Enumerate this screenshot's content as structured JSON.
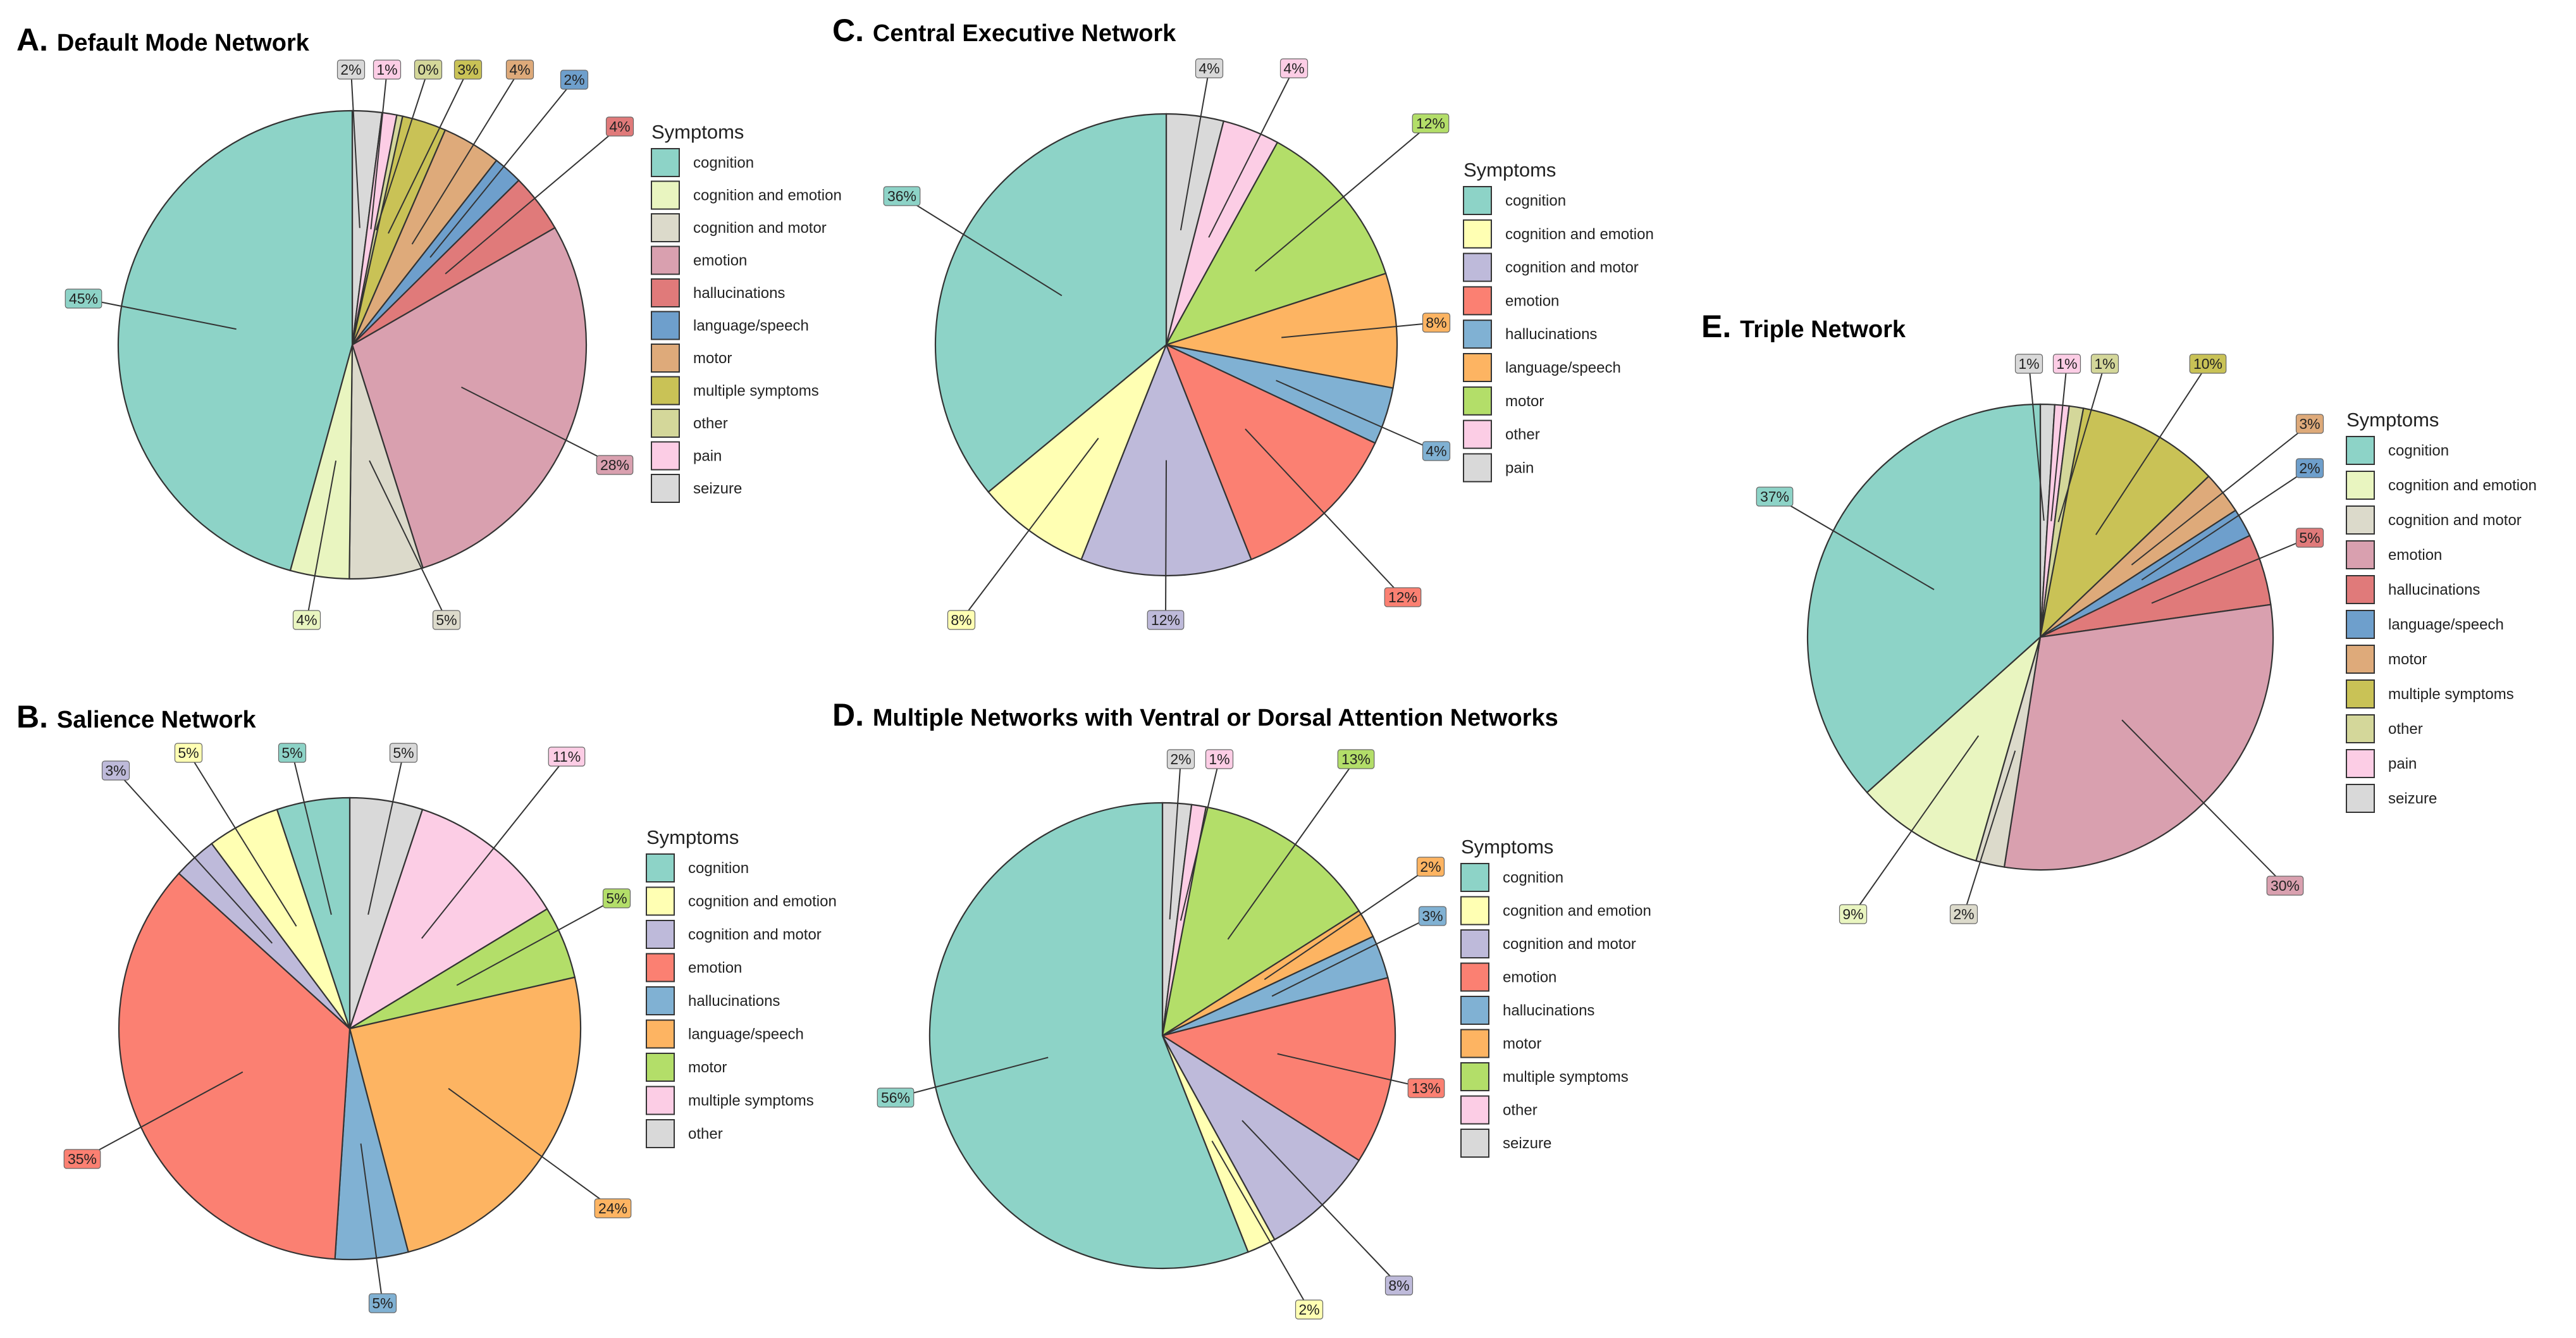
{
  "chart_data": [
    {
      "id": "A",
      "type": "pie",
      "letter": "A.",
      "title": "Default Mode Network",
      "legend_title": "Symptoms",
      "legend": [
        "cognition",
        "cognition and emotion",
        "cognition and motor",
        "emotion",
        "hallucinations",
        "language/speech",
        "motor",
        "multiple symptoms",
        "other",
        "pain",
        "seizure"
      ],
      "slices": [
        {
          "name": "seizure",
          "value": 2,
          "label": "2%",
          "color": "#D9D9D9",
          "lbl_color": "#D9D9D9"
        },
        {
          "name": "pain",
          "value": 1,
          "label": "1%",
          "color": "#FCCDE5",
          "lbl_color": "#FCCDE5"
        },
        {
          "name": "other",
          "value": 0.4,
          "label": "0%",
          "color": "#D4D79A",
          "lbl_color": "#D4D79A"
        },
        {
          "name": "multiple symptoms",
          "value": 3,
          "label": "3%",
          "color": "#C9C256",
          "lbl_color": "#C9C256"
        },
        {
          "name": "motor",
          "value": 4,
          "label": "4%",
          "color": "#DEAA7A",
          "lbl_color": "#DEAA7A"
        },
        {
          "name": "language/speech",
          "value": 2,
          "label": "2%",
          "color": "#6E9FCC",
          "lbl_color": "#6E9FCC"
        },
        {
          "name": "hallucinations",
          "value": 4,
          "label": "4%",
          "color": "#E07A7A",
          "lbl_color": "#E07A7A"
        },
        {
          "name": "emotion",
          "value": 28,
          "label": "28%",
          "color": "#D9A0AF",
          "lbl_color": "#D9A0AF"
        },
        {
          "name": "cognition and motor",
          "value": 5,
          "label": "5%",
          "color": "#DCDACB",
          "lbl_color": "#DCDACB"
        },
        {
          "name": "cognition and emotion",
          "value": 4,
          "label": "4%",
          "color": "#E9F5C0",
          "lbl_color": "#E9F5C0"
        },
        {
          "name": "cognition",
          "value": 45,
          "label": "45%",
          "color": "#8DD3C7",
          "lbl_color": "#8DD3C7"
        }
      ]
    },
    {
      "id": "B",
      "type": "pie",
      "letter": "B.",
      "title": "Salience Network",
      "legend_title": "Symptoms",
      "legend": [
        "cognition",
        "cognition and emotion",
        "cognition and motor",
        "emotion",
        "hallucinations",
        "language/speech",
        "motor",
        "multiple symptoms",
        "other"
      ],
      "slices": [
        {
          "name": "other",
          "value": 5,
          "label": "5%",
          "color": "#D9D9D9",
          "lbl_color": "#D9D9D9"
        },
        {
          "name": "multiple symptoms",
          "value": 11,
          "label": "11%",
          "color": "#FCCDE5",
          "lbl_color": "#FCCDE5"
        },
        {
          "name": "motor",
          "value": 5,
          "label": "5%",
          "color": "#B3DE69",
          "lbl_color": "#B3DE69"
        },
        {
          "name": "language/speech",
          "value": 24,
          "label": "24%",
          "color": "#FDB462",
          "lbl_color": "#FDB462"
        },
        {
          "name": "hallucinations",
          "value": 5,
          "label": "5%",
          "color": "#80B1D3",
          "lbl_color": "#80B1D3"
        },
        {
          "name": "emotion",
          "value": 35,
          "label": "35%",
          "color": "#FB8072",
          "lbl_color": "#FB8072"
        },
        {
          "name": "cognition and motor",
          "value": 3,
          "label": "3%",
          "color": "#BEBADA",
          "lbl_color": "#BEBADA"
        },
        {
          "name": "cognition and emotion",
          "value": 5,
          "label": "5%",
          "color": "#FFFFB3",
          "lbl_color": "#FFFFB3"
        },
        {
          "name": "cognition",
          "value": 5,
          "label": "5%",
          "color": "#8DD3C7",
          "lbl_color": "#8DD3C7"
        }
      ]
    },
    {
      "id": "C",
      "type": "pie",
      "letter": "C.",
      "title": "Central Executive Network",
      "legend_title": "Symptoms",
      "legend": [
        "cognition",
        "cognition and emotion",
        "cognition and motor",
        "emotion",
        "hallucinations",
        "language/speech",
        "motor",
        "other",
        "pain"
      ],
      "slices": [
        {
          "name": "pain",
          "value": 4,
          "label": "4%",
          "color": "#D9D9D9",
          "lbl_color": "#D9D9D9"
        },
        {
          "name": "other",
          "value": 4,
          "label": "4%",
          "color": "#FCCDE5",
          "lbl_color": "#FCCDE5"
        },
        {
          "name": "motor",
          "value": 12,
          "label": "12%",
          "color": "#B3DE69",
          "lbl_color": "#B3DE69"
        },
        {
          "name": "language/speech",
          "value": 8,
          "label": "8%",
          "color": "#FDB462",
          "lbl_color": "#FDB462"
        },
        {
          "name": "hallucinations",
          "value": 4,
          "label": "4%",
          "color": "#80B1D3",
          "lbl_color": "#80B1D3"
        },
        {
          "name": "emotion",
          "value": 12,
          "label": "12%",
          "color": "#FB8072",
          "lbl_color": "#FB8072"
        },
        {
          "name": "cognition and motor",
          "value": 12,
          "label": "12%",
          "color": "#BEBADA",
          "lbl_color": "#BEBADA"
        },
        {
          "name": "cognition and emotion",
          "value": 8,
          "label": "8%",
          "color": "#FFFFB3",
          "lbl_color": "#FFFFB3"
        },
        {
          "name": "cognition",
          "value": 36,
          "label": "36%",
          "color": "#8DD3C7",
          "lbl_color": "#8DD3C7"
        }
      ]
    },
    {
      "id": "D",
      "type": "pie",
      "letter": "D.",
      "title": "Multiple Networks with Ventral or Dorsal Attention Networks",
      "legend_title": "Symptoms",
      "legend": [
        "cognition",
        "cognition and emotion",
        "cognition and motor",
        "emotion",
        "hallucinations",
        "motor",
        "multiple symptoms",
        "other",
        "seizure"
      ],
      "slices": [
        {
          "name": "seizure",
          "value": 2,
          "label": "2%",
          "color": "#D9D9D9",
          "lbl_color": "#D9D9D9"
        },
        {
          "name": "other",
          "value": 1,
          "label": "1%",
          "color": "#FCCDE5",
          "lbl_color": "#FCCDE5"
        },
        {
          "name": "multiple symptoms",
          "value": 13,
          "label": "13%",
          "color": "#B3DE69",
          "lbl_color": "#B3DE69"
        },
        {
          "name": "motor",
          "value": 2,
          "label": "2%",
          "color": "#FDB462",
          "lbl_color": "#FDB462"
        },
        {
          "name": "hallucinations",
          "value": 3,
          "label": "3%",
          "color": "#80B1D3",
          "lbl_color": "#80B1D3"
        },
        {
          "name": "emotion",
          "value": 13,
          "label": "13%",
          "color": "#FB8072",
          "lbl_color": "#FB8072"
        },
        {
          "name": "cognition and motor",
          "value": 8,
          "label": "8%",
          "color": "#BEBADA",
          "lbl_color": "#BEBADA"
        },
        {
          "name": "cognition and emotion",
          "value": 2,
          "label": "2%",
          "color": "#FFFFB3",
          "lbl_color": "#FFFFB3"
        },
        {
          "name": "cognition",
          "value": 56,
          "label": "56%",
          "color": "#8DD3C7",
          "lbl_color": "#8DD3C7"
        }
      ]
    },
    {
      "id": "E",
      "type": "pie",
      "letter": "E.",
      "title": "Triple Network",
      "legend_title": "Symptoms",
      "legend": [
        "cognition",
        "cognition and emotion",
        "cognition and motor",
        "emotion",
        "hallucinations",
        "language/speech",
        "motor",
        "multiple symptoms",
        "other",
        "pain",
        "seizure"
      ],
      "slices": [
        {
          "name": "seizure",
          "value": 1,
          "label": "1%",
          "color": "#D9D9D9",
          "lbl_color": "#D9D9D9"
        },
        {
          "name": "pain",
          "value": 1,
          "label": "1%",
          "color": "#FCCDE5",
          "lbl_color": "#FCCDE5"
        },
        {
          "name": "other",
          "value": 1,
          "label": "1%",
          "color": "#D4D79A",
          "lbl_color": "#D4D79A"
        },
        {
          "name": "multiple symptoms",
          "value": 10,
          "label": "10%",
          "color": "#C9C256",
          "lbl_color": "#C9C256"
        },
        {
          "name": "motor",
          "value": 3,
          "label": "3%",
          "color": "#DEAA7A",
          "lbl_color": "#DEAA7A"
        },
        {
          "name": "language/speech",
          "value": 2,
          "label": "2%",
          "color": "#6E9FCC",
          "lbl_color": "#6E9FCC"
        },
        {
          "name": "hallucinations",
          "value": 5,
          "label": "5%",
          "color": "#E07A7A",
          "lbl_color": "#E07A7A"
        },
        {
          "name": "emotion",
          "value": 30,
          "label": "30%",
          "color": "#D9A0AF",
          "lbl_color": "#D9A0AF"
        },
        {
          "name": "cognition and motor",
          "value": 2,
          "label": "2%",
          "color": "#DCDACB",
          "lbl_color": "#DCDACB"
        },
        {
          "name": "cognition and emotion",
          "value": 9,
          "label": "9%",
          "color": "#E9F5C0",
          "lbl_color": "#E9F5C0"
        },
        {
          "name": "cognition",
          "value": 37,
          "label": "37%",
          "color": "#8DD3C7",
          "lbl_color": "#8DD3C7"
        }
      ]
    }
  ]
}
